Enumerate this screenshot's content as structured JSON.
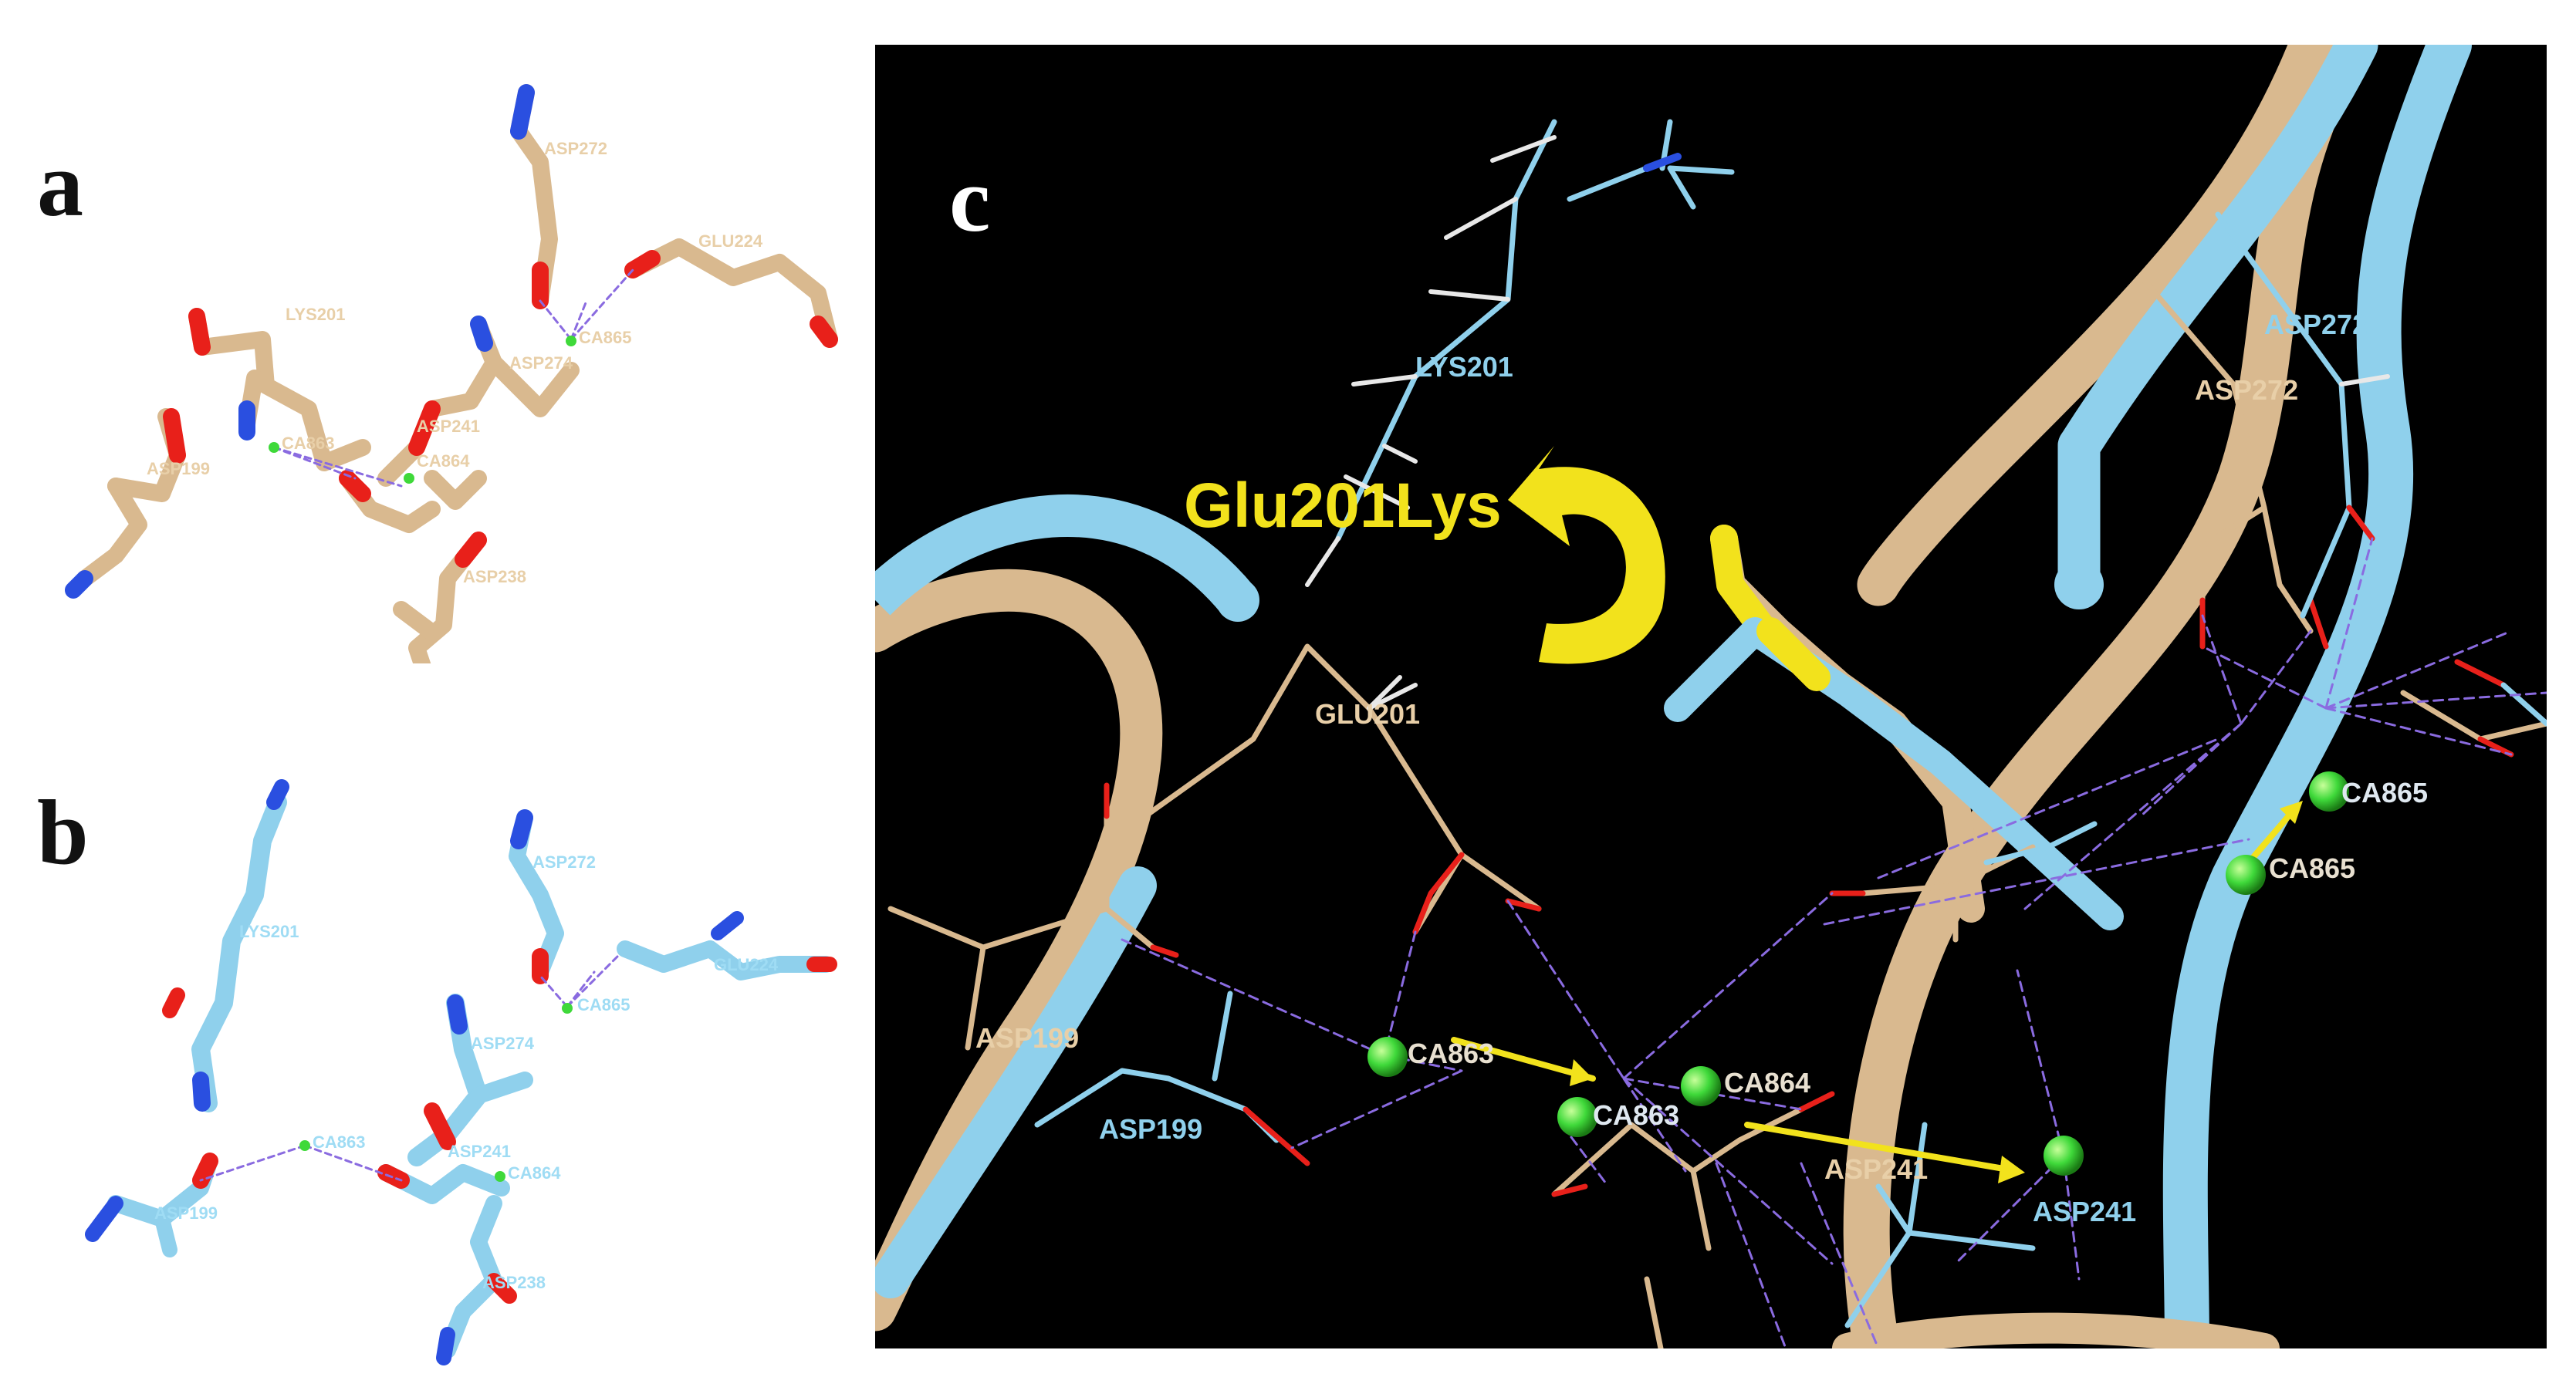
{
  "panels": {
    "a": {
      "letter": "a",
      "residues": [
        "ASP272",
        "GLU224",
        "CA865",
        "LYS201",
        "ASP274",
        "ASP241",
        "CA863",
        "CA864",
        "ASP199",
        "ASP238"
      ]
    },
    "b": {
      "letter": "b",
      "residues": [
        "ASP272",
        "LYS201",
        "GLU224",
        "CA865",
        "ASP274",
        "ASP241",
        "CA863",
        "CA864",
        "ASP199",
        "ASP238"
      ]
    },
    "c": {
      "letter": "c",
      "mutation_label": "Glu201Lys",
      "labels_cyan": [
        "LYS201",
        "ASP272",
        "ASP199",
        "CA863",
        "CA865",
        "ASP241"
      ],
      "labels_tan": [
        "GLU201",
        "ASP272",
        "ASP199",
        "CA863",
        "CA864",
        "CA865",
        "ASP241"
      ]
    }
  },
  "colors": {
    "tan": "#d9b98f",
    "cyan": "#8fd0ec",
    "oxygen": "#e8201a",
    "nitrogen": "#2a4fe0",
    "hydrogen": "#f0f0f0",
    "calcium": "#3fd93a",
    "arrow": "#f2e21c",
    "hbond": "#8a6be0"
  }
}
